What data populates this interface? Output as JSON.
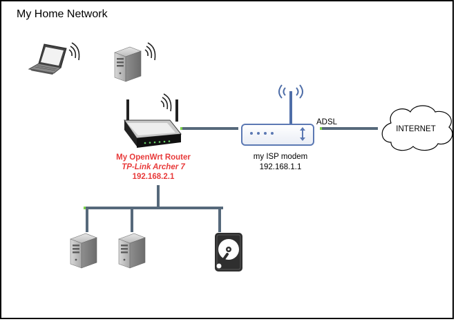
{
  "diagram": {
    "title": "My Home Network",
    "router": {
      "name": "My OpenWrt Router",
      "model": "TP-Link Archer 7",
      "ip": "192.168.2.1"
    },
    "modem": {
      "name": "my ISP modem",
      "ip": "192.168.1.1"
    },
    "link_label": "ADSL",
    "cloud_label": "INTERNET",
    "colors": {
      "link": "#56697b",
      "port": "#7ed34a",
      "router_text": "#e83a3a",
      "modem_blue": "#5b78b3"
    }
  }
}
